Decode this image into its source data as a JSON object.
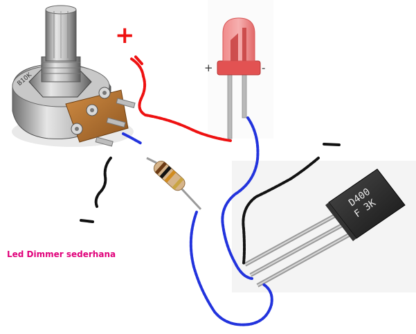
{
  "caption": {
    "text": "Led Dimmer sederhana",
    "color": "#e0007a"
  },
  "led": {
    "plus_label": "+",
    "minus_label": "-",
    "color": "#ef4b4b"
  },
  "annotations": {
    "positive_mark": "+",
    "positive_color": "#ee1111"
  },
  "transistor": {
    "marking_line1": "D400",
    "marking_line2": "F 3K"
  },
  "potentiometer": {
    "shaft_marking": "B10K"
  },
  "wire_colors": {
    "positive": "#ee1111",
    "ground": "#111111",
    "signal": "#2233dd"
  }
}
